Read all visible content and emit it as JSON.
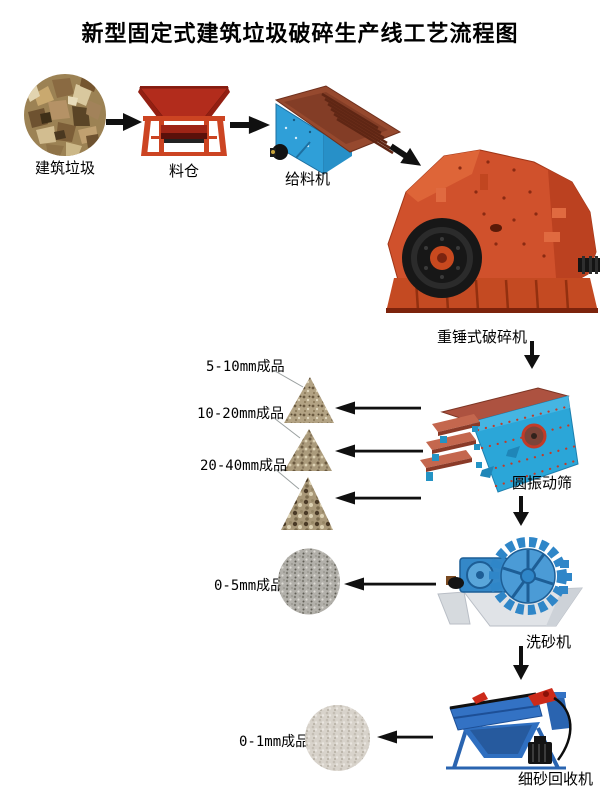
{
  "title": "新型固定式建筑垃圾破碎生产线工艺流程图",
  "stages": [
    {
      "id": "waste",
      "label": "建筑垃圾",
      "figure": "construction-waste-rubble-photo"
    },
    {
      "id": "hopper",
      "label": "料仓",
      "figure": "red-feed-hopper-photo"
    },
    {
      "id": "feeder",
      "label": "给料机",
      "figure": "vibrating-feeder-photo"
    },
    {
      "id": "crusher",
      "label": "重锤式破碎机",
      "figure": "heavy-hammer-crusher-photo"
    },
    {
      "id": "screen",
      "label": "圆振动筛",
      "figure": "circular-vibrating-screen-photo"
    },
    {
      "id": "washer",
      "label": "洗砂机",
      "figure": "sand-washer-photo"
    },
    {
      "id": "recycler",
      "label": "细砂回收机",
      "figure": "fine-sand-recycler-photo"
    }
  ],
  "products": [
    {
      "id": "p5_10",
      "label": "5-10mm成品",
      "figure": "gravel-pile-triangle"
    },
    {
      "id": "p10_20",
      "label": "10-20mm成品",
      "figure": "gravel-pile-triangle"
    },
    {
      "id": "p20_40",
      "label": "20-40mm成品",
      "figure": "coarse-gravel-pile-triangle"
    },
    {
      "id": "p0_5",
      "label": "0-5mm成品",
      "figure": "sand-pile-round-gray"
    },
    {
      "id": "p0_1",
      "label": "0-1mm成品",
      "figure": "fine-sand-pile-round-beige"
    }
  ],
  "colors": {
    "hopper_red": "#b22c1c",
    "frame_orange": "#cc4422",
    "feeder_blue": "#2f9fd8",
    "feeder_trough_brown": "#96492e",
    "crusher_orange": "#d0512c",
    "screen_blue": "#2ba6d8",
    "screen_deck_salmon": "#c4674e",
    "washer_blue": "#2f86c8",
    "washer_base_gray": "#e0e3e7",
    "recycler_blue": "#2f6fc0",
    "accent_red": "#cc2a1a",
    "arrow_black": "#101010",
    "rock_tan": "#b09060"
  }
}
